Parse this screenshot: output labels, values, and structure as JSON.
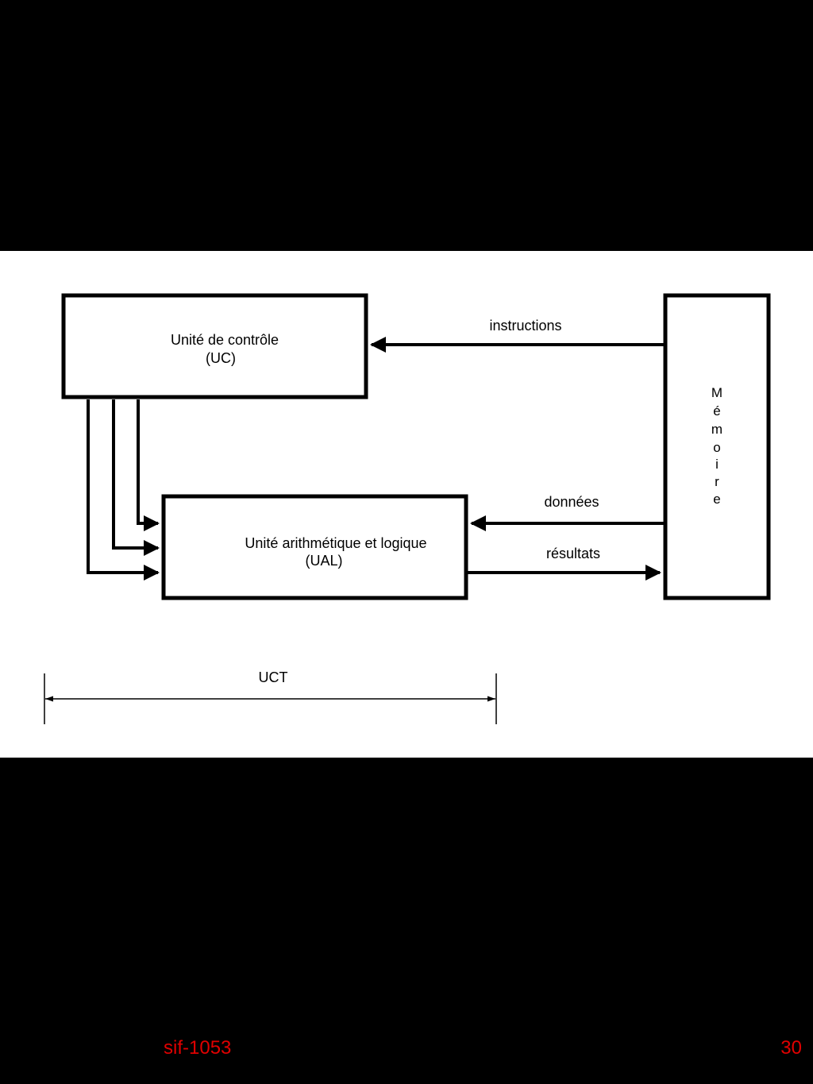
{
  "diagram": {
    "uc_box": {
      "line1": "Unité de contrôle",
      "line2": "(UC)"
    },
    "ual_box": {
      "line1": "Unité arithmétique et logique",
      "line2": "(UAL)"
    },
    "memory_box": {
      "letters": [
        "M",
        "é",
        "m",
        "o",
        "i",
        "r",
        "e"
      ]
    },
    "labels": {
      "instructions": "instructions",
      "donnees": "données",
      "resultats": "résultats",
      "uct": "UCT"
    }
  },
  "footer": {
    "course_code": "sif-1053",
    "page_number": "30"
  },
  "colors": {
    "background": "#000000",
    "panel": "#ffffff",
    "footer_text": "#e00000"
  }
}
